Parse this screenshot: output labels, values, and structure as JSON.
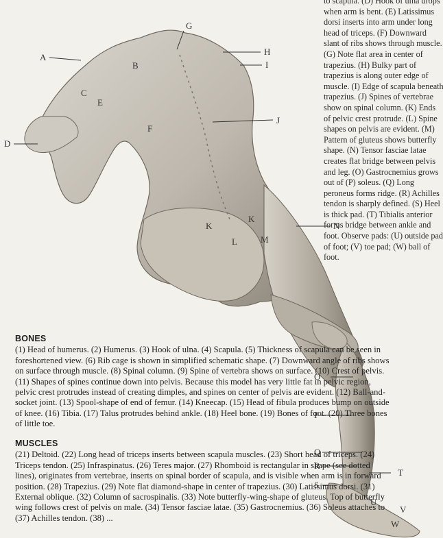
{
  "caption_top": "to scapula. (D) Hook of ulna drops when arm is bent. (E) Latissimus dorsi inserts into arm under long head of triceps. (F) Downward slant of ribs shows through muscle. (G) Note flat area in center of trapezius. (H) Bulky part of trapezius is along outer edge of muscle. (I) Edge of scapula beneath trapezius. (J) Spines of vertebrae show on spinal column. (K) Ends of pelvic crest protrude. (L) Spine shapes on pelvis are evident. (M) Pattern of gluteus shows butterfly shape. (N) Tensor fasciae latae creates flat bridge between pelvis and leg. (O) Gastrocnemius grows out of (P) soleus. (Q) Long peroneus forms ridge. (R) Achilles tendon is sharply defined. (S) Heel is thick pad. (T) Tibialis anterior forms bridge between ankle and foot. Observe pads: (U) outside pad of foot; (V) toe pad; (W) ball of foot.",
  "labels": {
    "A": "A",
    "B": "B",
    "C": "C",
    "D": "D",
    "E": "E",
    "F": "F",
    "G": "G",
    "H": "H",
    "I": "I",
    "J": "J",
    "K1": "K",
    "K2": "K",
    "L": "L",
    "M": "M",
    "N": "N",
    "O": "O",
    "P": "P",
    "Q": "Q",
    "R": "R",
    "S": "S",
    "T": "T",
    "U": "U",
    "V": "V",
    "W": "W"
  },
  "bones": {
    "heading": "BONES",
    "text": "(1) Head of humerus. (2) Humerus. (3) Hook of ulna. (4) Scapula. (5) Thickness of scapula can be seen in foreshortened view. (6) Rib cage is shown in simplified schematic shape. (7) Downward angle of ribs shows on surface through muscle. (8) Spinal column. (9) Spine of vertebra shows on surface. (10) Crest of pelvis. (11) Shapes of spines continue down into pelvis. Because this model has very little fat in pelvic region, pelvic crest protrudes instead of creating dimples, and spines on center of pelvis are evident. (12) Ball-and-socket joint. (13) Spool-shape of end of femur. (14) Kneecap. (15) Head of fibula produces bump on outside of knee. (16) Tibia. (17) Talus protrudes behind ankle. (18) Heel bone. (19) Bones of foot. (20) Three bones of little toe."
  },
  "muscles": {
    "heading": "MUSCLES",
    "text": "(21) Deltoid. (22) Long head of triceps inserts between scapula muscles. (23) Short head of triceps. (24) Triceps tendon. (25) Infraspinatus. (26) Teres major. (27) Rhomboid is rectangular in shape (see dotted lines), originates from vertebrae, inserts on spinal border of scapula, and is visible when arm is in forward position. (28) Trapezius. (29) Note flat diamond-shape in center of trapezius. (30) Latissimus dorsi. (31) External oblique. (32) Column of sacrospinalis. (33) Note butterfly-wing-shape of gluteus. Top of butterfly wing follows crest of pelvis on male. (34) Tensor fasciae latae. (35) Gastrocnemius. (36) Soleus attaches to (37) Achilles tendon. (38) ..."
  }
}
